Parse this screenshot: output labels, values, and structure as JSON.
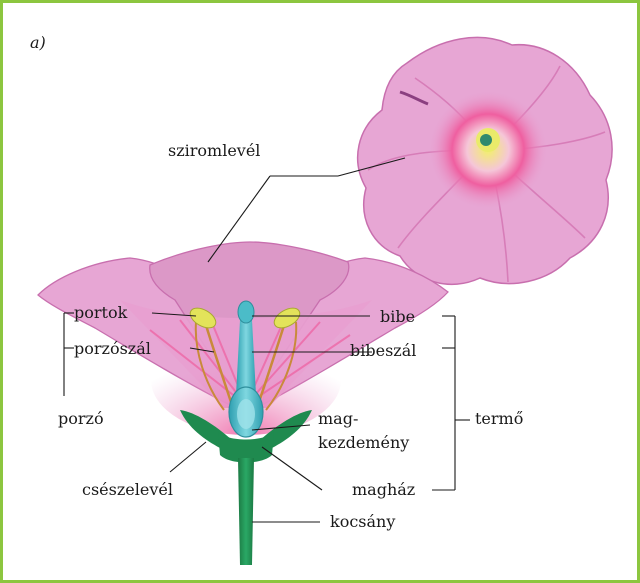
{
  "panel_label": "a)",
  "labels": {
    "sziromlevel": "sziromlevél",
    "portok": "portok",
    "porzoszal": "porzószál",
    "porzo": "porzó",
    "cseszelevel": "csészelevél",
    "bibe": "bibe",
    "bibeszal": "bibeszál",
    "mag_line1": "mag-",
    "mag_line2": "kezdemény",
    "maghaz": "magház",
    "kocsany": "kocsány",
    "termo": "termő"
  },
  "colors": {
    "frame": "#8cc63f",
    "petal": "#e7a6d4",
    "petal_dark": "#c86fae",
    "petal_center": "#ef5fa0",
    "stem": "#1f8a4f",
    "pistil": "#4bbcc8",
    "anther": "#e3e35a"
  }
}
